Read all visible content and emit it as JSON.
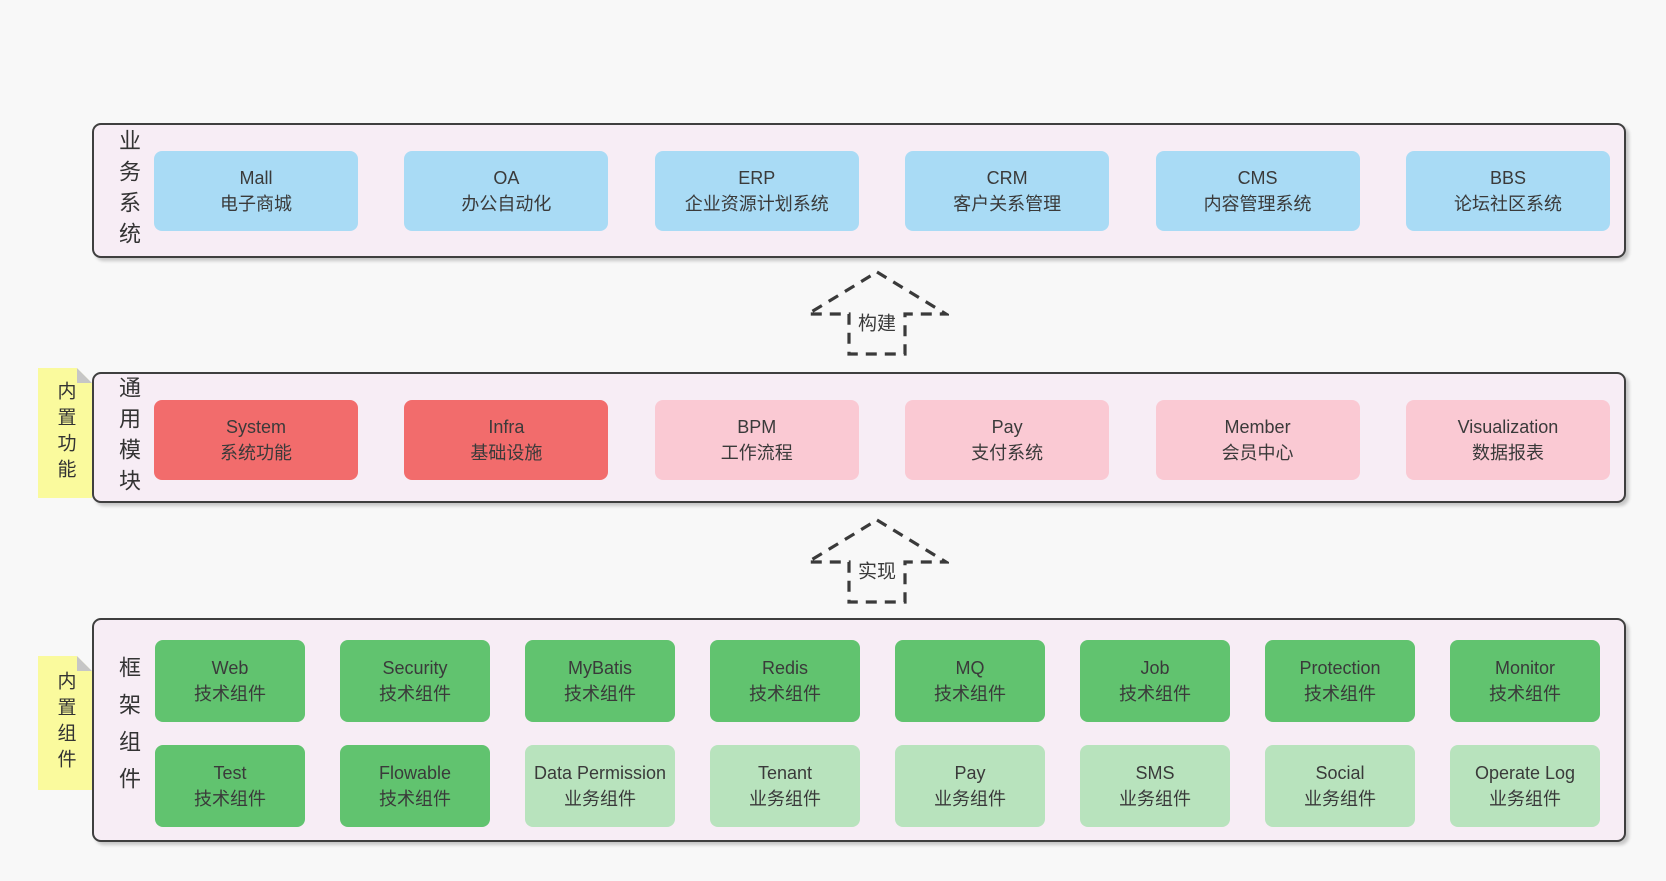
{
  "colors": {
    "page-bg": "#f8f8f8",
    "panel-bg": "#f7edf5",
    "ink": "#3a3a3a",
    "blue": "#a9dbf5",
    "red": "#f26c6c",
    "pink": "#fac9d3",
    "green": "#61c36f",
    "green-light": "#b8e3bd",
    "yellow": "#fafa9d",
    "fold-gray": "#c6c6c6"
  },
  "layers": [
    {
      "label": "业务系统",
      "boxes": [
        {
          "name": "Mall",
          "desc": "电子商城"
        },
        {
          "name": "OA",
          "desc": "办公自动化"
        },
        {
          "name": "ERP",
          "desc": "企业资源计划系统"
        },
        {
          "name": "CRM",
          "desc": "客户关系管理"
        },
        {
          "name": "CMS",
          "desc": "内容管理系统"
        },
        {
          "name": "BBS",
          "desc": "论坛社区系统"
        }
      ]
    },
    {
      "label": "通用模块",
      "note": "内置功能",
      "boxes": [
        {
          "name": "System",
          "desc": "系统功能"
        },
        {
          "name": "Infra",
          "desc": "基础设施"
        },
        {
          "name": "BPM",
          "desc": "工作流程"
        },
        {
          "name": "Pay",
          "desc": "支付系统"
        },
        {
          "name": "Member",
          "desc": "会员中心"
        },
        {
          "name": "Visualization",
          "desc": "数据报表"
        }
      ]
    },
    {
      "label": "框架组件",
      "note": "内置组件",
      "rows": [
        [
          {
            "name": "Web",
            "desc": "技术组件"
          },
          {
            "name": "Security",
            "desc": "技术组件"
          },
          {
            "name": "MyBatis",
            "desc": "技术组件"
          },
          {
            "name": "Redis",
            "desc": "技术组件"
          },
          {
            "name": "MQ",
            "desc": "技术组件"
          },
          {
            "name": "Job",
            "desc": "技术组件"
          },
          {
            "name": "Protection",
            "desc": "技术组件"
          },
          {
            "name": "Monitor",
            "desc": "技术组件"
          }
        ],
        [
          {
            "name": "Test",
            "desc": "技术组件"
          },
          {
            "name": "Flowable",
            "desc": "技术组件"
          },
          {
            "name": "Data Permission",
            "desc": "业务组件"
          },
          {
            "name": "Tenant",
            "desc": "业务组件"
          },
          {
            "name": "Pay",
            "desc": "业务组件"
          },
          {
            "name": "SMS",
            "desc": "业务组件"
          },
          {
            "name": "Social",
            "desc": "业务组件"
          },
          {
            "name": "Operate Log",
            "desc": "业务组件"
          }
        ]
      ]
    }
  ],
  "arrows": [
    {
      "label": "构建"
    },
    {
      "label": "实现"
    }
  ]
}
